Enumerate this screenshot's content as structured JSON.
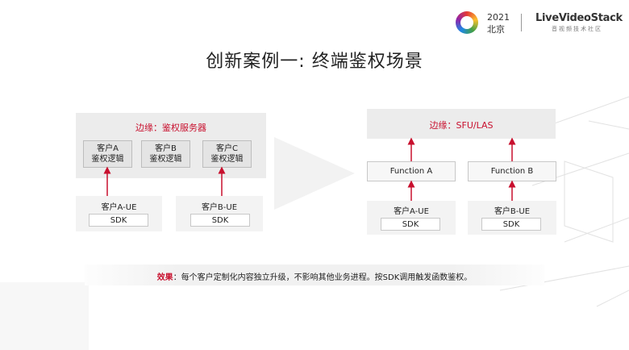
{
  "header": {
    "year": "2021",
    "city": "北京",
    "brand": "LiveVideoStack",
    "brand_sub": "音视频技术社区"
  },
  "title": "创新案例一: 终端鉴权场景",
  "left": {
    "server_label": "边缘：鉴权服务器",
    "logic": [
      {
        "line1": "客户A",
        "line2": "鉴权逻辑"
      },
      {
        "line1": "客户B",
        "line2": "鉴权逻辑"
      },
      {
        "line1": "客户C",
        "line2": "鉴权逻辑"
      }
    ],
    "clients": [
      {
        "ue": "客户A-UE",
        "sdk": "SDK"
      },
      {
        "ue": "客户B-UE",
        "sdk": "SDK"
      }
    ]
  },
  "right": {
    "server_label": "边缘：SFU/LAS",
    "functions": [
      "Function A",
      "Function B"
    ],
    "clients": [
      {
        "ue": "客户A-UE",
        "sdk": "SDK"
      },
      {
        "ue": "客户B-UE",
        "sdk": "SDK"
      }
    ]
  },
  "effect": {
    "label": "效果",
    "text": "：每个客户定制化内容独立升级，不影响其他业务进程。按SDK调用触发函数鉴权。"
  },
  "colors": {
    "accent": "#c8102e",
    "panel": "#ececec"
  }
}
